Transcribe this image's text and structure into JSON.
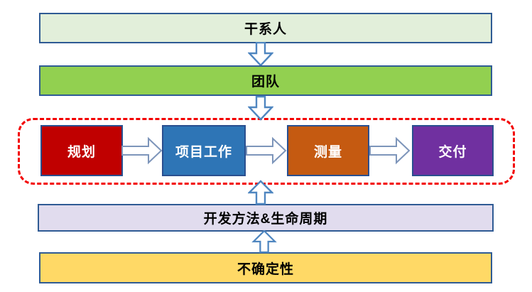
{
  "diagram": {
    "stakeholders": {
      "label": "干系人",
      "bg": "#e2efda"
    },
    "team": {
      "label": "团队",
      "bg": "#92d050"
    },
    "process": {
      "frame_color": "#f30000",
      "items": [
        {
          "label": "规划",
          "bg": "#c00000"
        },
        {
          "label": "项目工作",
          "bg": "#2e75b6"
        },
        {
          "label": "测量",
          "bg": "#c55a11"
        },
        {
          "label": "交付",
          "bg": "#7030a0"
        }
      ]
    },
    "dev_method": {
      "label": "开发方法&生命周期",
      "bg": "#e1dcee"
    },
    "uncertainty": {
      "label": "不确定性",
      "bg": "#ffd966"
    }
  },
  "colors": {
    "bar_border": "#2f5b94",
    "box_border": "#2a4f8f",
    "arrow_vertical": "#4f86c0",
    "arrow_horizontal": "#7d95ba"
  }
}
